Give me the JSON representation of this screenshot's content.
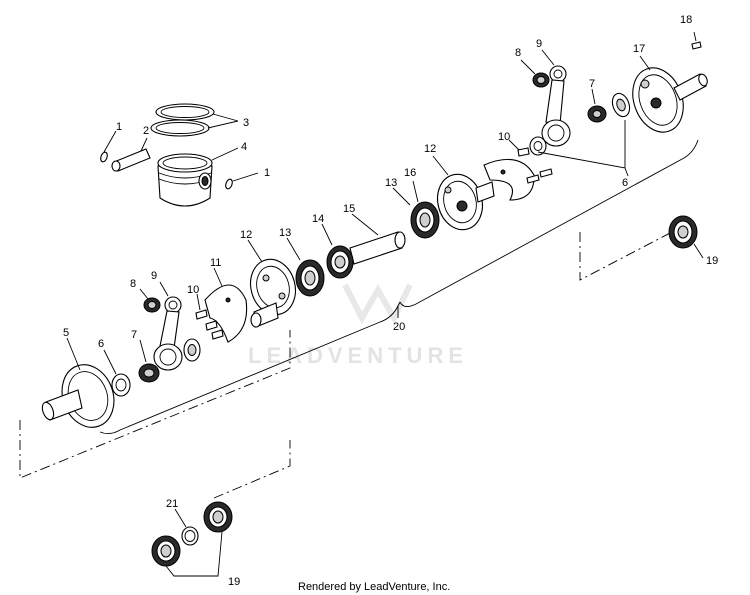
{
  "watermark": {
    "text": "LEADVENTURE"
  },
  "footer": {
    "text": "Rendered by LeadVenture, Inc."
  },
  "callouts": [
    {
      "key": "c1a",
      "text": "1"
    },
    {
      "key": "c2",
      "text": "2"
    },
    {
      "key": "c3",
      "text": "3"
    },
    {
      "key": "c4",
      "text": "4"
    },
    {
      "key": "c1b",
      "text": "1"
    },
    {
      "key": "c18",
      "text": "18"
    },
    {
      "key": "c8a",
      "text": "8"
    },
    {
      "key": "c9a",
      "text": "9"
    },
    {
      "key": "c17",
      "text": "17"
    },
    {
      "key": "c7a",
      "text": "7"
    },
    {
      "key": "c10a",
      "text": "10"
    },
    {
      "key": "c12a",
      "text": "12"
    },
    {
      "key": "c16",
      "text": "16"
    },
    {
      "key": "c13a",
      "text": "13"
    },
    {
      "key": "c6a",
      "text": "6"
    },
    {
      "key": "c14",
      "text": "14"
    },
    {
      "key": "c15",
      "text": "15"
    },
    {
      "key": "c12b",
      "text": "12"
    },
    {
      "key": "c13b",
      "text": "13"
    },
    {
      "key": "c11",
      "text": "11"
    },
    {
      "key": "c9b",
      "text": "9"
    },
    {
      "key": "c8b",
      "text": "8"
    },
    {
      "key": "c10b",
      "text": "10"
    },
    {
      "key": "c19a",
      "text": "19"
    },
    {
      "key": "c20",
      "text": "20"
    },
    {
      "key": "c5",
      "text": "5"
    },
    {
      "key": "c6b",
      "text": "6"
    },
    {
      "key": "c7b",
      "text": "7"
    },
    {
      "key": "c21",
      "text": "21"
    },
    {
      "key": "c19b",
      "text": "19"
    }
  ]
}
